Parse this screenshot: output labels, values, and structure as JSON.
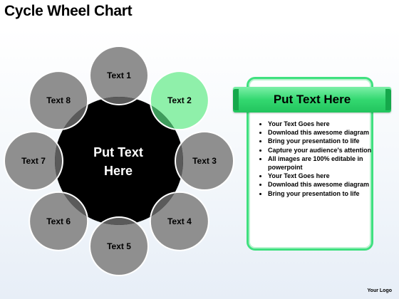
{
  "title": "Cycle Wheel Chart",
  "center_text": [
    "Put Text",
    "Here"
  ],
  "wheel_nodes": [
    {
      "label": "Text 1",
      "highlight": false
    },
    {
      "label": "Text 2",
      "highlight": true
    },
    {
      "label": "Text 3",
      "highlight": false
    },
    {
      "label": "Text 4",
      "highlight": false
    },
    {
      "label": "Text 5",
      "highlight": false
    },
    {
      "label": "Text 6",
      "highlight": false
    },
    {
      "label": "Text 7",
      "highlight": false
    },
    {
      "label": "Text 8",
      "highlight": false
    }
  ],
  "panel": {
    "header": "Put Text Here",
    "bullets": [
      "Your Text Goes here",
      "Download this awesome diagram",
      "Bring your presentation to life",
      "Capture your audience's attention",
      "All images are 100% editable in powerpoint",
      "Your Text Goes here",
      "Download this awesome diagram",
      "Bring your presentation to life"
    ]
  },
  "footer_logo": "Your Logo",
  "colors": {
    "node_gray": "#8f8f8f",
    "node_highlight": "#8ff0aa",
    "center_fill": "#000000",
    "accent_green": "#33d870"
  }
}
